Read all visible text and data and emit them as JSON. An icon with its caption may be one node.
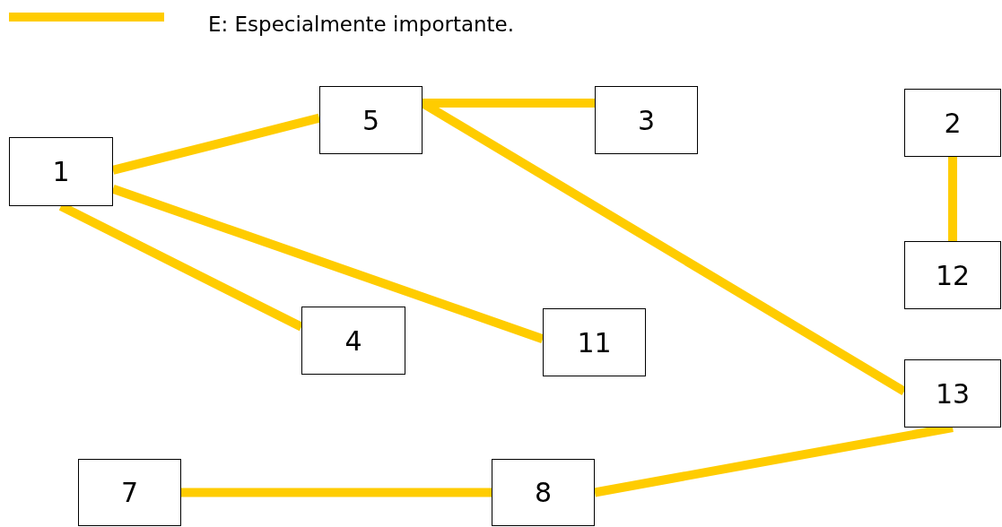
{
  "diagram": {
    "nodes": [
      {
        "text": [
          "5"
        ]
      },
      {
        "text": [
          "3"
        ]
      },
      {
        "text": [
          "2"
        ]
      },
      {
        "text": [
          "1"
        ]
      },
      {
        "text": [
          "12"
        ]
      },
      {
        "text": [
          "4"
        ]
      },
      {
        "text": [
          "11"
        ]
      },
      {
        "text": [
          "13"
        ]
      },
      {
        "text": [
          "7"
        ]
      },
      {
        "text": [
          "8"
        ]
      }
    ],
    "edges": [
      {
        "from": 3,
        "to": 0,
        "arrow": "none"
      },
      {
        "from": 0,
        "to": 1,
        "arrow": "none"
      },
      {
        "from": 0,
        "to": 7,
        "arrow": "none"
      },
      {
        "from": 2,
        "to": 4,
        "arrow": "none"
      },
      {
        "from": 3,
        "to": 5,
        "arrow": "none"
      },
      {
        "from": 3,
        "to": 6,
        "arrow": "none"
      },
      {
        "from": 9,
        "to": 7,
        "arrow": "none"
      },
      {
        "from": 8,
        "to": 9,
        "arrow": "none"
      }
    ],
    "legend": [
      {
        "text": "E: Especialmente importante."
      }
    ]
  }
}
